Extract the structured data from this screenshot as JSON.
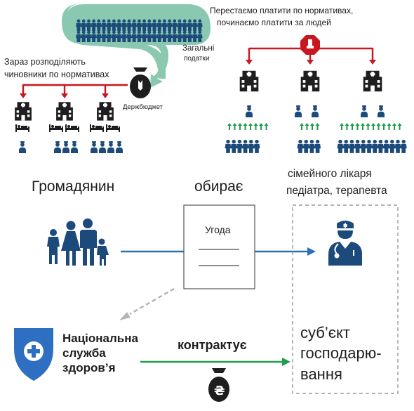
{
  "top_left": {
    "title_line1": "Зараз розподіляють",
    "title_line2": "чиновники по нормативах",
    "taxes_line1": "Загальні",
    "taxes_line2": "податки",
    "budget_label": "Держбюджет"
  },
  "top_right": {
    "title_line1": "Перестаємо платити по нормативах,",
    "title_line2": "починаємо платити за людей"
  },
  "middle": {
    "citizen_label": "Громадянин",
    "chooses_label": "обирає",
    "doctor_line1": "сімейного лікаря",
    "doctor_line2": "педіатра, терапевта",
    "agreement_label": "Угода"
  },
  "bottom": {
    "nhs_line1": "Національна",
    "nhs_line2": "служба",
    "nhs_line3": "здоров’я",
    "contracts_label": "контрактує",
    "entity_line1": "суб’єкт",
    "entity_line2": "господарю-",
    "entity_line3": "вання",
    "currency_symbol": "₴"
  },
  "colors": {
    "navy": "#1c4a7a",
    "red": "#c8171f",
    "green": "#1e9d4b",
    "teal": "#8ac8b0",
    "arrow_blue": "#2a70b8",
    "shield_blue": "#2f6fc2",
    "dark": "#1e1e1e"
  }
}
